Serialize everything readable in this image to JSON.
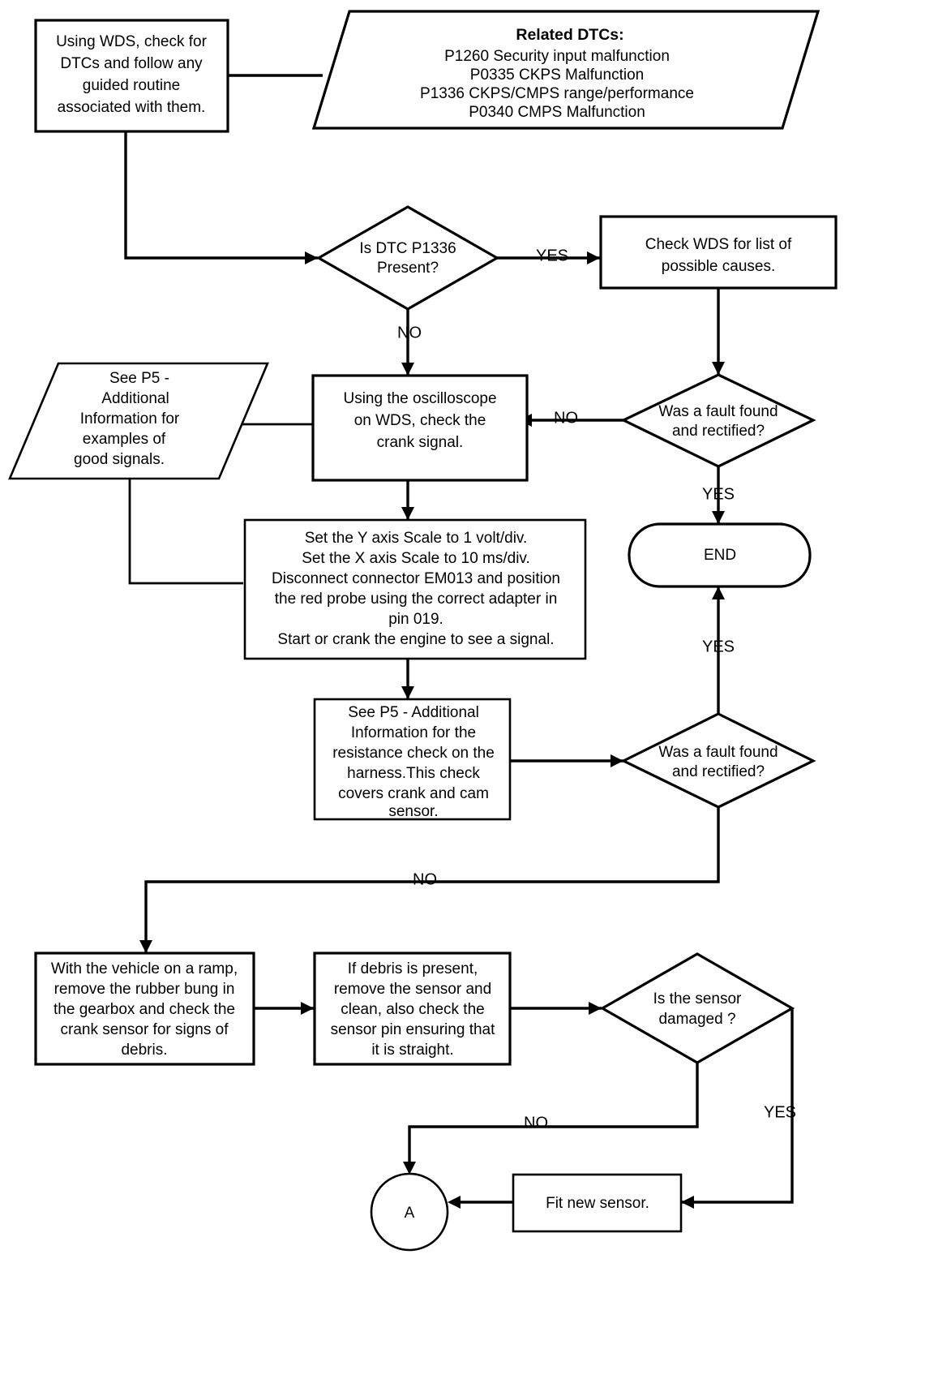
{
  "diagram": {
    "title": "Crank sensor diagnostic flowchart",
    "nodes": {
      "start_check": {
        "type": "process",
        "lines": [
          "Using WDS, check for",
          "DTCs and follow any",
          "guided routine",
          "associated with them."
        ]
      },
      "related_dtcs": {
        "type": "note-parallelogram",
        "heading": "Related DTCs:",
        "lines": [
          "P1260 Security input malfunction",
          "P0335 CKPS Malfunction",
          "P1336 CKPS/CMPS range/performance",
          "P0340 CMPS Malfunction"
        ]
      },
      "dtc_p1336_decision": {
        "type": "decision",
        "lines": [
          "Is DTC P1336",
          "Present?"
        ]
      },
      "check_wds_causes": {
        "type": "process",
        "lines": [
          "Check WDS for list of",
          "possible causes."
        ]
      },
      "fault_found_1": {
        "type": "decision",
        "lines": [
          "Was a fault found",
          "and rectified?"
        ]
      },
      "end_terminator": {
        "type": "terminator",
        "lines": [
          "END"
        ]
      },
      "see_p5_signals": {
        "type": "note-parallelogram",
        "lines": [
          "See P5 -",
          "Additional",
          "Information for",
          "examples of",
          "good signals."
        ]
      },
      "oscilloscope_check": {
        "type": "process",
        "lines": [
          "Using the oscilloscope",
          "on WDS, check the",
          "crank signal."
        ]
      },
      "scope_settings": {
        "type": "process",
        "lines": [
          "Set the Y axis Scale to 1 volt/div.",
          "Set the X axis Scale to 10 ms/div.",
          "Disconnect connector EM013 and position",
          "the red probe using the correct adapter in",
          "pin 019.",
          "Start or crank the engine to see a signal."
        ]
      },
      "see_p5_resistance": {
        "type": "process",
        "lines": [
          "See P5 - Additional",
          "Information for the",
          "resistance check on the",
          "harness.This check",
          "covers crank and cam",
          "sensor."
        ]
      },
      "fault_found_2": {
        "type": "decision",
        "lines": [
          "Was a fault found",
          "and rectified?"
        ]
      },
      "vehicle_on_ramp": {
        "type": "process",
        "lines": [
          "With the vehicle on a ramp,",
          "remove the rubber bung in",
          "the gearbox and check the",
          "crank sensor for signs of",
          "debris."
        ]
      },
      "debris_present": {
        "type": "process",
        "lines": [
          "If debris is present,",
          "remove the sensor and",
          "clean, also check the",
          "sensor pin ensuring that",
          "it is straight."
        ]
      },
      "sensor_damaged": {
        "type": "decision",
        "lines": [
          "Is the sensor",
          "damaged ?"
        ]
      },
      "fit_new_sensor": {
        "type": "process",
        "lines": [
          "Fit new sensor."
        ]
      },
      "connector_a": {
        "type": "connector-circle",
        "lines": [
          "A"
        ]
      }
    },
    "edge_labels": {
      "p1336_yes": "YES",
      "p1336_no": "NO",
      "fault1_no": "NO",
      "fault1_yes": "YES",
      "fault2_yes": "YES",
      "fault2_no": "NO",
      "damaged_yes": "YES",
      "damaged_no": "NO"
    },
    "colors": {
      "stroke": "#000000",
      "fill": "#ffffff",
      "text": "#000000"
    }
  }
}
